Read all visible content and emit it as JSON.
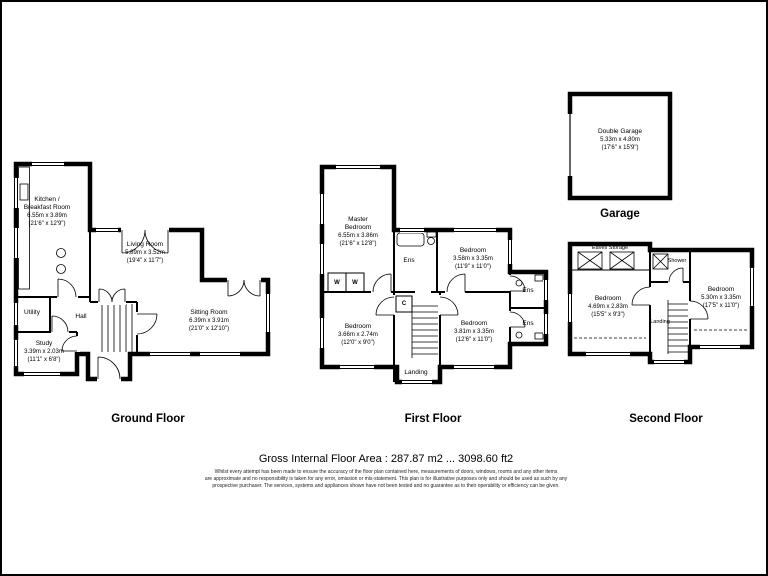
{
  "ground_floor": {
    "label": "Ground Floor",
    "rooms": {
      "kitchen": {
        "line1": "Kitchen /",
        "line2": "Breakfast Room",
        "metric": "6.55m x 3.89m",
        "imperial": "(21'6\" x 12'9\")"
      },
      "living": {
        "name": "Living Room",
        "metric": "5.89m x 3.52m",
        "imperial": "(19'4\" x 11'7\")"
      },
      "sitting": {
        "name": "Sitting Room",
        "metric": "6.39m x 3.91m",
        "imperial": "(21'0\" x 12'10\")"
      },
      "study": {
        "name": "Study",
        "metric": "3.39m x 2.03m",
        "imperial": "(11'1\" x 6'8\")"
      },
      "utility": {
        "name": "Utility"
      },
      "hall": {
        "name": "Hall"
      }
    }
  },
  "first_floor": {
    "label": "First Floor",
    "rooms": {
      "master": {
        "line1": "Master",
        "line2": "Bedroom",
        "metric": "6.55m x 3.86m",
        "imperial": "(21'6\" x 12'8\")"
      },
      "bedroom2": {
        "name": "Bedroom",
        "metric": "3.58m x 3.35m",
        "imperial": "(11'9\" x 11'0\")"
      },
      "bedroom3": {
        "name": "Bedroom",
        "metric": "3.66m x 2.74m",
        "imperial": "(12'0\" x 9'0\")"
      },
      "bedroom4": {
        "name": "Bedroom",
        "metric": "3.81m x 3.35m",
        "imperial": "(12'6\" x 11'0\")"
      },
      "ensuite_top": {
        "name": "Ens"
      },
      "ensuite_right_upper": {
        "name": "Ens"
      },
      "ensuite_right_lower": {
        "name": "Ens"
      },
      "landing": {
        "name": "Landing"
      }
    },
    "fixtures": {
      "wardrobe1": "W",
      "wardrobe2": "W",
      "cupboard": "C"
    }
  },
  "second_floor": {
    "label": "Second Floor",
    "rooms": {
      "bedroom5": {
        "name": "Bedroom",
        "metric": "4.69m x 2.83m",
        "imperial": "(15'5\" x 9'3\")"
      },
      "bedroom6": {
        "name": "Bedroom",
        "metric": "5.30m x 3.35m",
        "imperial": "(17'5\" x 11'0\")"
      },
      "eaves": {
        "name": "Eaves Storage"
      },
      "shower": {
        "name": "Shower"
      },
      "landing": {
        "name": "Landing"
      }
    }
  },
  "garage": {
    "label": "Garage",
    "rooms": {
      "double_garage": {
        "name": "Double Garage",
        "metric": "5.33m x 4.80m",
        "imperial": "(17'6\" x 15'9\")"
      }
    }
  },
  "footer": {
    "area": "Gross Internal Floor Area : 287.87 m2 ... 3098.60 ft2",
    "disclaimer1": "Whilst every attempt has been made to ensure the accuracy of the floor plan contained here, measurements of doors, windows, rooms and any other items",
    "disclaimer2": "are approximate and no responsibility is taken for any error, omission or mis-statement. This plan is for illustrative purposes only and should be used as such by any",
    "disclaimer3": "prospective purchaser. The services, systems and appliances shown have not been tested and no guarantee as to their operability or efficiency can be given."
  }
}
